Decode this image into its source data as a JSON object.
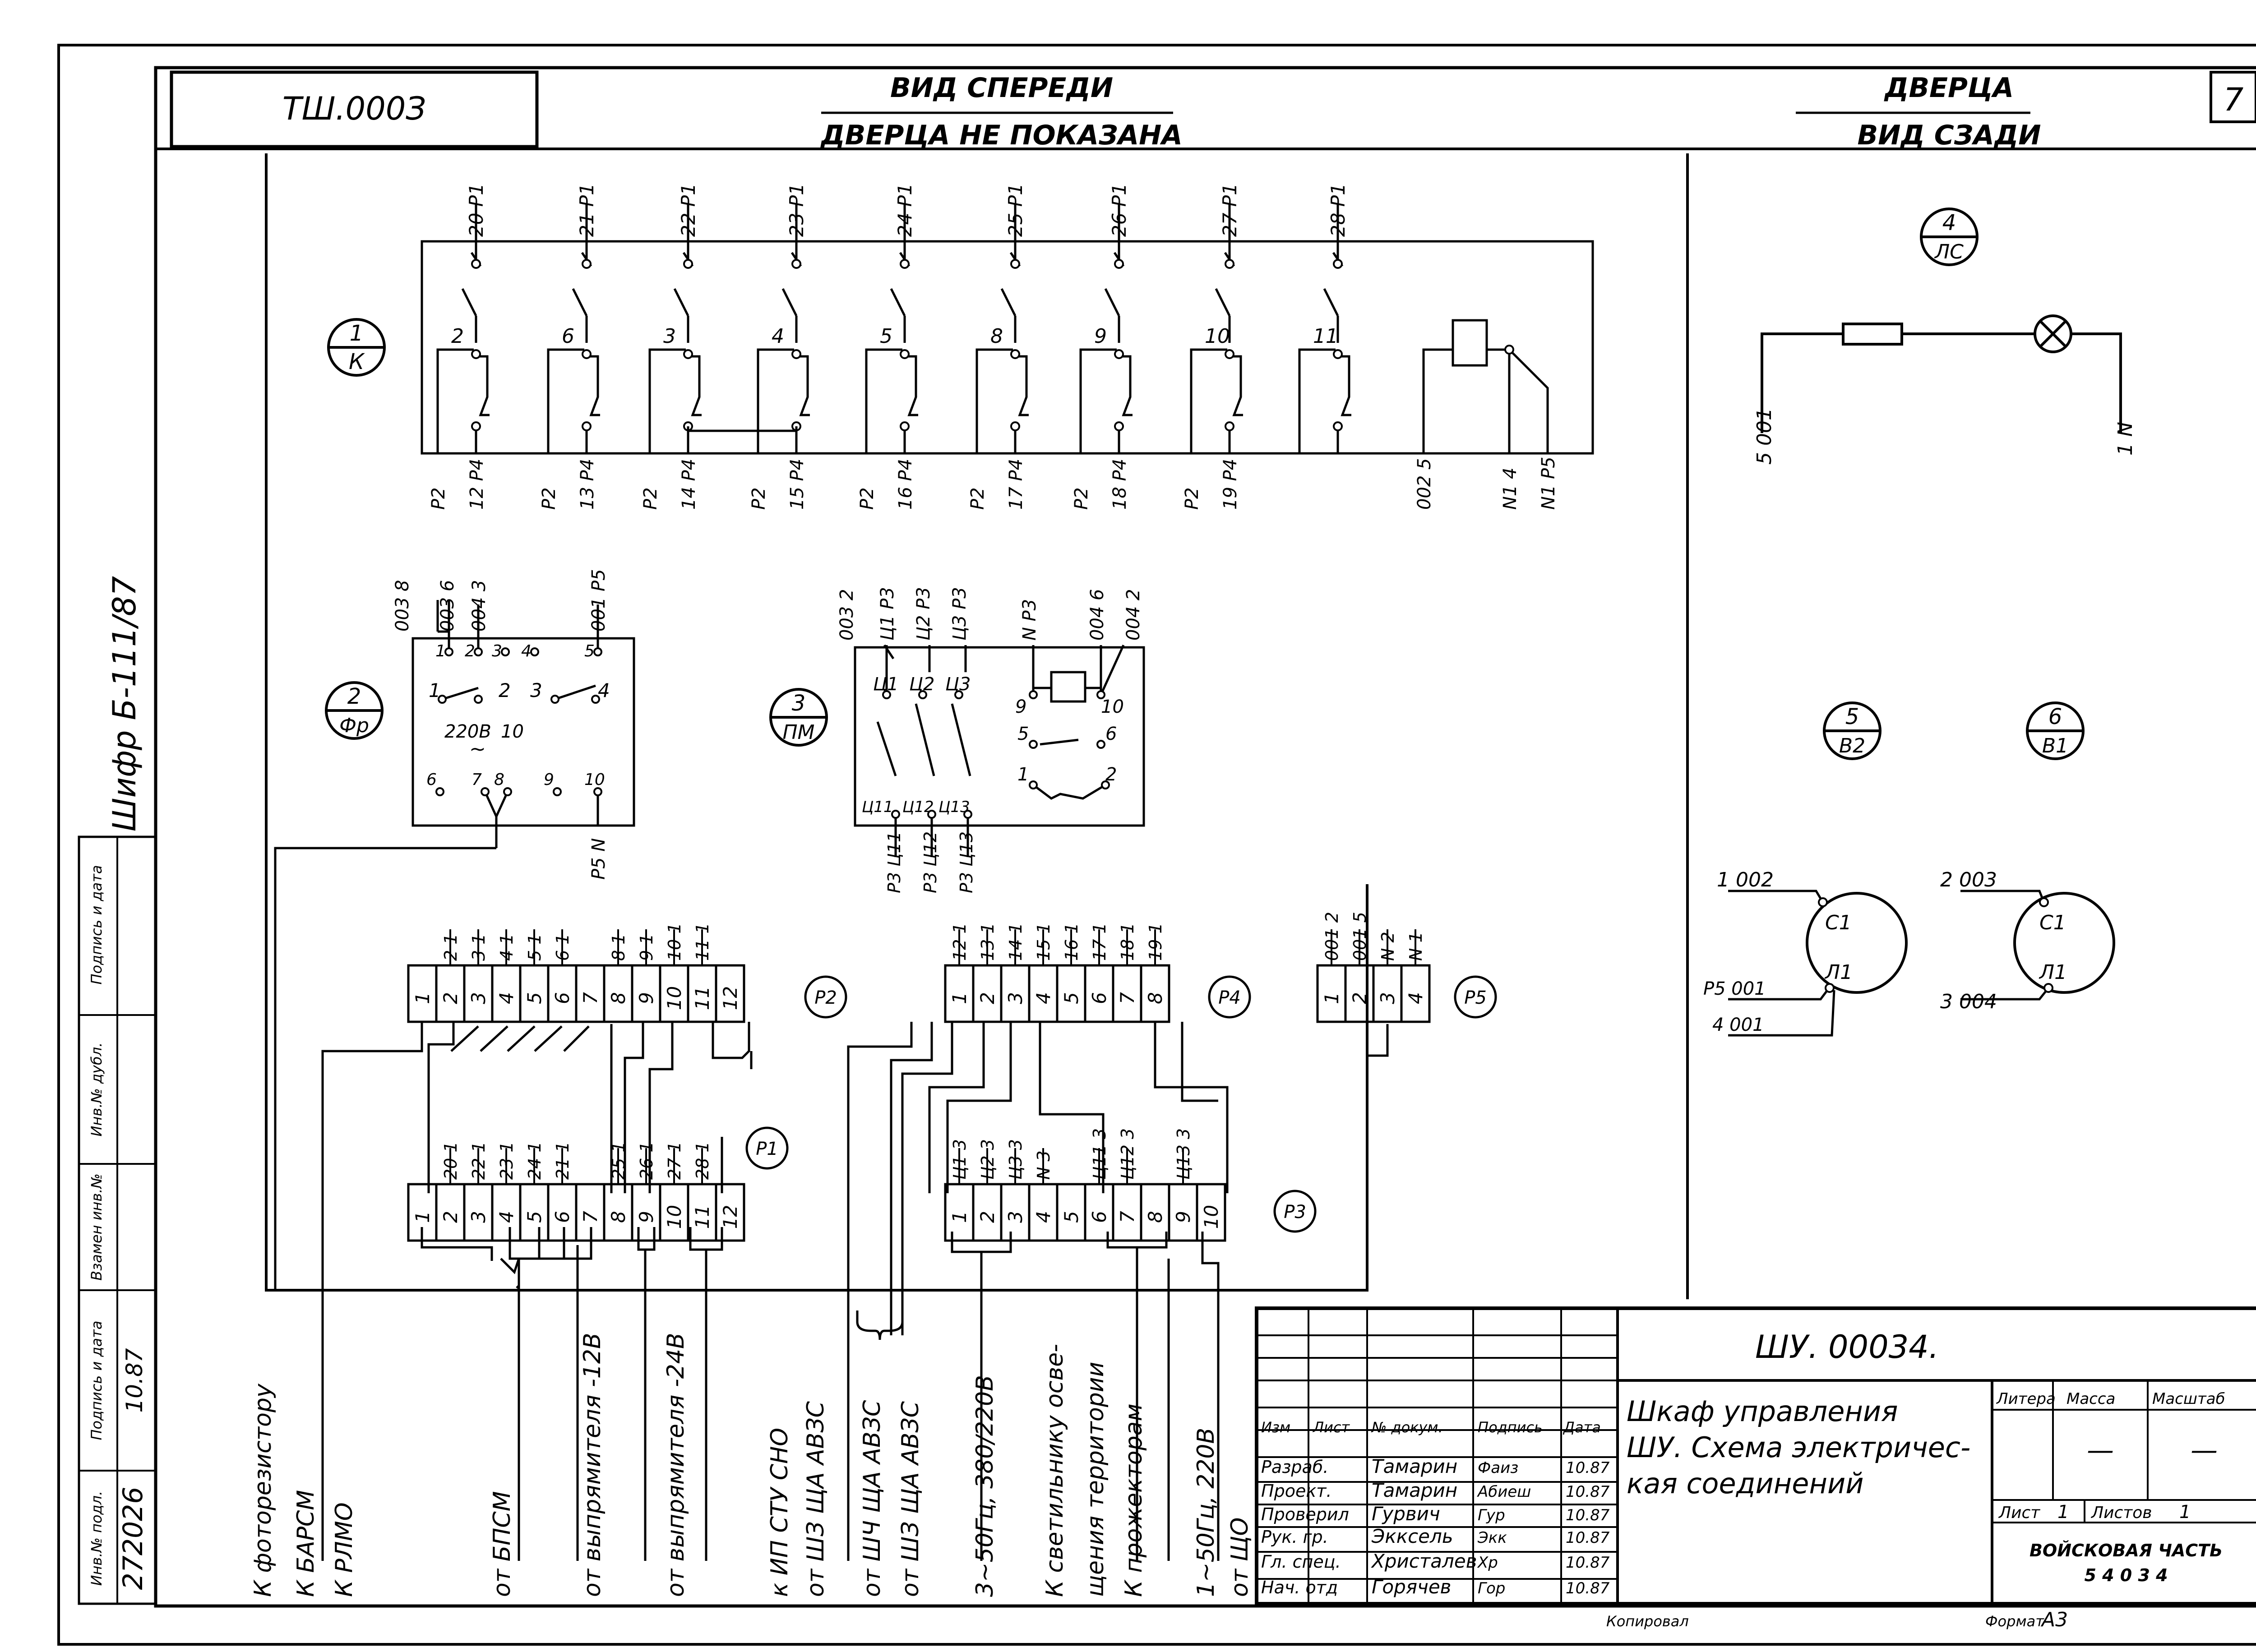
{
  "header": {
    "stamp_inverted": "ТШ.000З",
    "front_view_title": "ВИД СПЕРЕДИ",
    "front_view_note": "ДВЕРЦА НЕ ПОКАЗАНА",
    "door_title": "ДВЕРЦА",
    "door_view": "ВИД СЗАДИ",
    "sheet_number": "7"
  },
  "side": {
    "cipher": "Шифр Б-111/87",
    "field_labels": [
      "Инв.№ подл.",
      "Подпись и дата",
      "Взамен инв.№",
      "Инв.№ дубл.",
      "Подпись и дата"
    ],
    "inv_number": "272026",
    "sign_date": "10.87"
  },
  "relays": {
    "top": [
      "20 Р1",
      "21 Р1",
      "22 Р1",
      "23 Р1",
      "24 Р1",
      "25 Р1",
      "26 Р1",
      "27 Р1",
      "28 Р1"
    ],
    "contacts": [
      "2",
      "6",
      "3",
      "4",
      "5",
      "8",
      "9",
      "10",
      "11"
    ],
    "bottom": [
      [
        "Р2",
        "12 Р4"
      ],
      [
        "Р2",
        "13 Р4"
      ],
      [
        "Р2",
        "14 Р4"
      ],
      [
        "Р2",
        "15 Р4"
      ],
      [
        "Р2",
        "16 Р4"
      ],
      [
        "Р2",
        "17 Р4"
      ],
      [
        "Р2",
        "18 Р4"
      ],
      [
        "Р2",
        "19 Р4"
      ]
    ],
    "coil_bottom": [
      "002 5",
      "N1 4",
      "N1 Р5"
    ]
  },
  "marks": {
    "k": {
      "num": "1",
      "code": "К"
    },
    "fr": {
      "num": "2",
      "code": "Фр"
    },
    "pm": {
      "num": "3",
      "code": "ПМ"
    },
    "ls": {
      "num": "4",
      "code": "ЛС"
    },
    "v2": {
      "num": "5",
      "code": "В2"
    },
    "v1": {
      "num": "6",
      "code": "В1"
    }
  },
  "photo_relay": {
    "top_labels": [
      "003 8",
      "003 6",
      "004 3",
      "001 Р5"
    ],
    "terminals_top": [
      "1",
      "2",
      "3",
      "4",
      "5"
    ],
    "contacts": [
      "1",
      "2",
      "3",
      "4"
    ],
    "supply": "220В",
    "freq": "~",
    "ten": "10",
    "terminals_bottom": [
      "6",
      "7",
      "8",
      "9",
      "10"
    ],
    "bottom_label": "Р5 N"
  },
  "starter": {
    "top_labels": [
      "003 2",
      "Ц1 Р3",
      "Ц2 Р3",
      "Ц3 Р3",
      "N Р3",
      "004 6",
      "004 2"
    ],
    "poles": [
      "Ц1",
      "Ц2",
      "Ц3"
    ],
    "coil": [
      "9",
      "10"
    ],
    "aux": [
      "5",
      "6",
      "1",
      "2"
    ],
    "bottom_poles": [
      "Ц11",
      "Ц12",
      "Ц13"
    ],
    "bottom_labels": [
      "Р3 Ц11",
      "Р3 Ц12",
      "Р3 Ц13"
    ]
  },
  "door": {
    "left_wire": "5 001",
    "right_wire": "1 N",
    "lamp_v2": {
      "wire_top": "1 002",
      "wire_p5": "Р5 001",
      "wire_4": "4 001",
      "c": "С1",
      "l": "Л1"
    },
    "lamp_v1": {
      "wire_top": "2 003",
      "wire_3": "3 004",
      "c": "С1",
      "l": "Л1"
    }
  },
  "terminals": {
    "p2": {
      "name": "Р2",
      "cells": [
        "1",
        "2",
        "3",
        "4",
        "5",
        "6",
        "7",
        "8",
        "9",
        "10",
        "11",
        "12"
      ],
      "tops": [
        "",
        "2 1",
        "3 1",
        "4 1",
        "5 1",
        "6 1",
        "",
        "8 1",
        "9 1",
        "10 1",
        "11 1",
        ""
      ]
    },
    "p4": {
      "name": "Р4",
      "cells": [
        "1",
        "2",
        "3",
        "4",
        "5",
        "6",
        "7",
        "8"
      ],
      "tops": [
        "12 1",
        "13 1",
        "14 1",
        "15 1",
        "16 1",
        "17 1",
        "18 1",
        "19 1"
      ]
    },
    "p5": {
      "name": "Р5",
      "cells": [
        "1",
        "2",
        "3",
        "4"
      ],
      "tops": [
        "001 2",
        "001 5",
        "N 2",
        "N 1"
      ]
    },
    "p1": {
      "name": "Р1",
      "cells": [
        "1",
        "2",
        "3",
        "4",
        "5",
        "6",
        "7",
        "8",
        "9",
        "10",
        "11",
        "12"
      ],
      "tops": [
        "",
        "20 1",
        "22 1",
        "23 1",
        "24 1",
        "21 1",
        "",
        "25 1",
        "26 1",
        "27 1",
        "28 1",
        ""
      ]
    },
    "p3": {
      "name": "Р3",
      "cells": [
        "1",
        "2",
        "3",
        "4",
        "5",
        "6",
        "7",
        "8",
        "9",
        "10"
      ],
      "tops": [
        "Ц1 3",
        "Ц2 3",
        "Ц3 3",
        "N 3",
        "",
        "Ц11 3",
        "Ц12 3",
        "",
        "Ц13 3",
        ""
      ]
    }
  },
  "destinations": [
    "К фоторезистору",
    "К БАРСМ",
    "К РЛМО",
    "от БПСМ",
    "от выпрямителя -12В",
    "от выпрямителя -24В",
    "к ИП СТУ СНО",
    "от ШЗ ЩА АВЗС",
    "от ШЧ ЩА АВЗС",
    "от ШЗ ЩА АВЗС",
    "3~50Гц, 380/220В",
    "К светильнику осве-",
    "щения территории",
    "К прожекторам",
    "1~50Гц, 220В",
    "от ЩО"
  ],
  "title_block": {
    "code": "ШУ. 00034.",
    "title_lines": [
      "Шкаф управления",
      "ШУ. Схема электричес-",
      "кая соединений"
    ],
    "head": [
      "Изм",
      "Лист",
      "№ докум.",
      "Подпись",
      "Дата"
    ],
    "roles": [
      {
        "role": "Разраб.",
        "name": "Тамарин",
        "sign": "Фаиз",
        "date": "10.87"
      },
      {
        "role": "Проект.",
        "name": "Тамарин",
        "sign": "Абиеш",
        "date": "10.87"
      },
      {
        "role": "Проверил",
        "name": "Гурвич",
        "sign": "Гур",
        "date": "10.87"
      },
      {
        "role": "Рук. гр.",
        "name": "Экксель",
        "sign": "Экк",
        "date": "10.87"
      },
      {
        "role": "Гл. спец.",
        "name": "Христалев",
        "sign": "Хр",
        "date": "10.87"
      },
      {
        "role": "Нач. отд",
        "name": "Горячев",
        "sign": "Гор",
        "date": "10.87"
      }
    ],
    "litera": "Литера",
    "massa": "Масса",
    "mashtab": "Масштаб",
    "dash": "—",
    "list_label": "Лист",
    "list_value": "1",
    "listov_label": "Листов",
    "listov_value": "1",
    "org_line1": "ВОЙСКОВАЯ ЧАСТЬ",
    "org_line2": "5 4 0 3 4",
    "kopir": "Копировал",
    "format_label": "Формат",
    "format_value": "А3"
  }
}
